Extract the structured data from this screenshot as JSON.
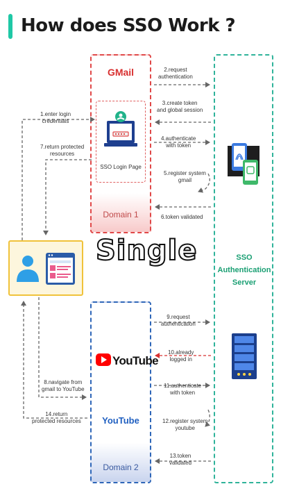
{
  "title": "How does SSO Work ?",
  "overlay_text": "Single",
  "domain1": {
    "app_name": "GMail",
    "login_page_label": "SSO Login Page",
    "domain_label": "Domain 1"
  },
  "domain2": {
    "app_name": "YouTube",
    "logo_text": "YouTube",
    "domain_label": "Domain 2"
  },
  "sso_server": {
    "label_lines": [
      "SSO",
      "Authentication",
      "Server"
    ]
  },
  "steps": [
    {
      "n": 1,
      "line1": "1.enter login",
      "line2": "credentials"
    },
    {
      "n": 2,
      "line1": "2.request",
      "line2": "authentication"
    },
    {
      "n": 3,
      "line1": "3.create token",
      "line2": "and global session"
    },
    {
      "n": 4,
      "line1": "4.authenticate",
      "line2": "with token"
    },
    {
      "n": 5,
      "line1": "5.register system",
      "line2": "gmail"
    },
    {
      "n": 6,
      "line1": "6.token validated",
      "line2": ""
    },
    {
      "n": 7,
      "line1": "7.return protected",
      "line2": "resources"
    },
    {
      "n": 8,
      "line1": "8.navigate from",
      "line2": "gmail to YouTube"
    },
    {
      "n": 9,
      "line1": "9.request",
      "line2": "authentication"
    },
    {
      "n": 10,
      "line1": "10.already",
      "line2": "logged in"
    },
    {
      "n": 11,
      "line1": "11.authenticate",
      "line2": "with token"
    },
    {
      "n": 12,
      "line1": "12.register system",
      "line2": "youtube"
    },
    {
      "n": 13,
      "line1": "13.token",
      "line2": "validated"
    },
    {
      "n": 14,
      "line1": "14.return",
      "line2": "protected resources"
    }
  ],
  "colors": {
    "accent": "#1fc8a6",
    "domain1": "#e04848",
    "domain2": "#2e66b8",
    "sso": "#2fb39a",
    "user_box": "#f0c23a",
    "arrow": "#666666"
  },
  "icons": [
    "user-icon",
    "browser-window-icon",
    "login-laptop-icon",
    "fingerprint-phone-icon",
    "server-rack-icon",
    "youtube-logo"
  ]
}
